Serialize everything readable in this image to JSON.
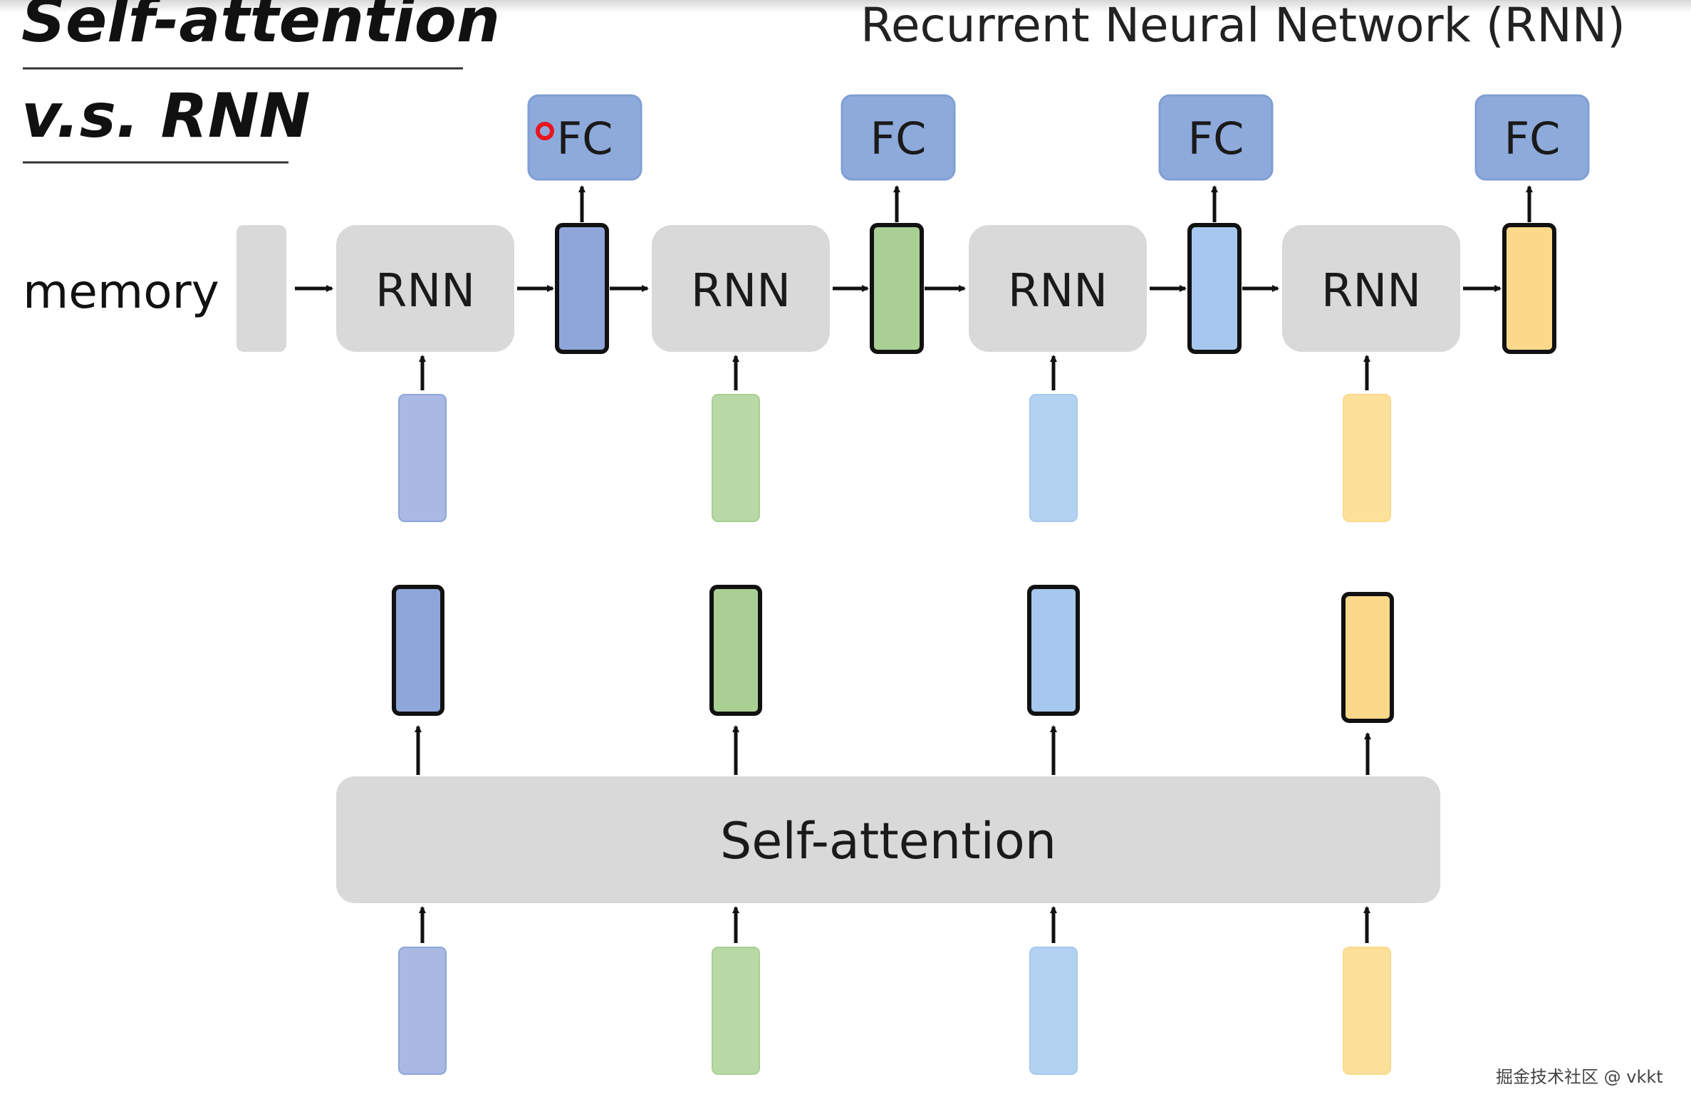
{
  "title": {
    "line1": "Self-attention",
    "line2": "v.s. RNN"
  },
  "rnn_title": "Recurrent Neural Network (RNN)",
  "memory_label": "memory",
  "fc_label": "FC",
  "rnn_label": "RNN",
  "self_attention_label": "Self-attention",
  "watermark": "掘金技术社区 @ vkkt",
  "colors": {
    "blue_dark": {
      "fill": "#8ea6d9",
      "light": "#a9b9e3"
    },
    "green": {
      "fill": "#a9cf94",
      "light": "#b8d9a6"
    },
    "blue_light": {
      "fill": "#a6c8ee",
      "light": "#b3d2f2"
    },
    "yellow": {
      "fill": "#fcd98a",
      "light": "#fde19b"
    },
    "gray_box": "#d9d9d9",
    "fc_fill": "#8eaadb",
    "pointer_red": "#e8141e"
  },
  "sequence": [
    "blue_dark",
    "green",
    "blue_light",
    "yellow"
  ]
}
